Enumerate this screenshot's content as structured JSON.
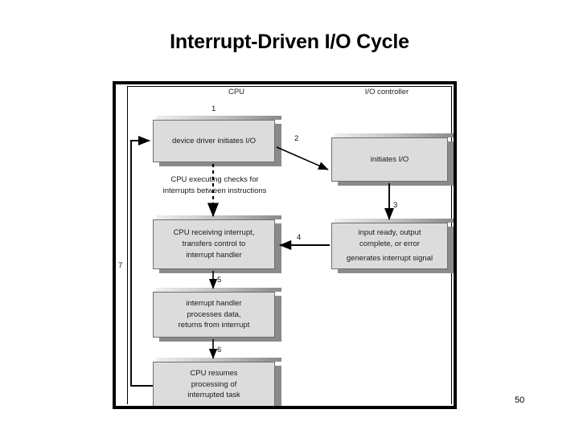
{
  "slide": {
    "title": "Interrupt-Driven I/O Cycle",
    "page_number": "50"
  },
  "figure": {
    "columns": [
      {
        "id": "cpu",
        "label": "CPU"
      },
      {
        "id": "io-controller",
        "label": "I/O controller"
      }
    ],
    "boxes": [
      {
        "id": "box-1",
        "step": "1",
        "column": "cpu",
        "lines": [
          "device driver initiates I/O"
        ]
      },
      {
        "id": "box-2",
        "step": "2",
        "column": "io-controller",
        "lines": [
          "initiates I/O"
        ]
      },
      {
        "id": "box-3",
        "step": "3",
        "column": "io-controller",
        "lines": [
          "input ready, output",
          "complete, or error",
          "generates interrupt signal"
        ]
      },
      {
        "id": "box-4",
        "step": "4",
        "column": "cpu",
        "lines": [
          "CPU receiving interrupt,",
          "transfers control to",
          "interrupt handler"
        ]
      },
      {
        "id": "box-5",
        "step": "5",
        "column": "cpu",
        "lines": [
          "interrupt handler",
          "processes data,",
          "returns from interrupt"
        ]
      },
      {
        "id": "box-6",
        "step": "6",
        "column": "cpu",
        "lines": [
          "CPU resumes",
          "processing of",
          "interrupted task"
        ]
      }
    ],
    "annotations": [
      {
        "id": "cpu-check-note",
        "lines": [
          "CPU executing checks for",
          "interrupts between instructions"
        ]
      }
    ],
    "step_labels": [
      "1",
      "2",
      "3",
      "4",
      "5",
      "6",
      "7"
    ],
    "colors": {
      "box_fill": "#dcdcdc",
      "box_border": "#6e6e6e",
      "box_shadow": "#8a8a8a",
      "frame": "#000000",
      "text": "#1a1a1a",
      "background": "#ffffff"
    }
  }
}
